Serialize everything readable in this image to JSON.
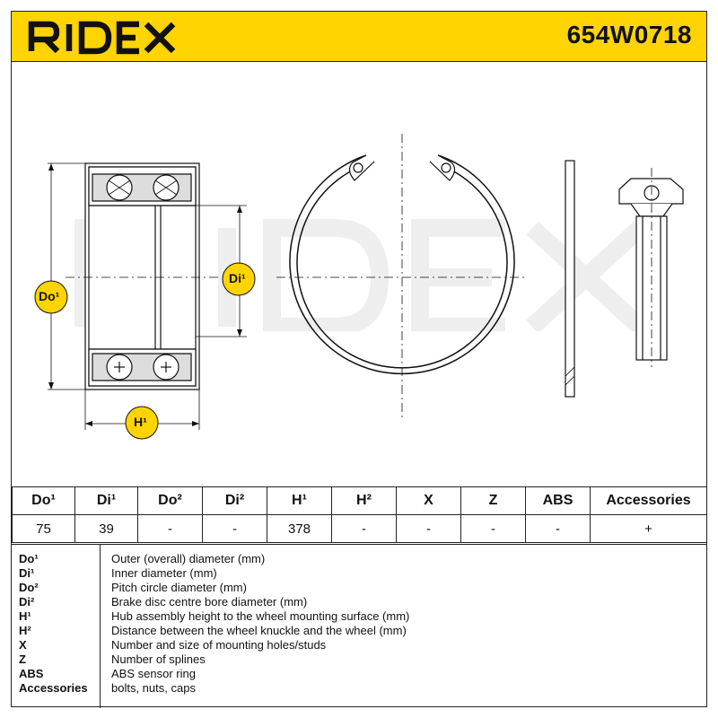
{
  "header": {
    "brand": "RIDEX",
    "part_number": "654W0718"
  },
  "drawing": {
    "watermark": "RIDEX",
    "labels": {
      "do": "Do¹",
      "di": "Di¹",
      "h": "H¹"
    }
  },
  "table": {
    "headers": [
      "Do¹",
      "Di¹",
      "Do²",
      "Di²",
      "H¹",
      "H²",
      "X",
      "Z",
      "ABS",
      "Accessories"
    ],
    "values": [
      "75",
      "39",
      "-",
      "-",
      "378",
      "-",
      "-",
      "-",
      "-",
      "+"
    ]
  },
  "legend": [
    {
      "code": "Do¹",
      "desc": "Outer (overall) diameter (mm)"
    },
    {
      "code": "Di¹",
      "desc": "Inner diameter (mm)"
    },
    {
      "code": "Do²",
      "desc": "Pitch circle diameter (mm)"
    },
    {
      "code": "Di²",
      "desc": "Brake disc centre bore diameter (mm)"
    },
    {
      "code": "H¹",
      "desc": "Hub assembly height to the wheel mounting surface (mm)"
    },
    {
      "code": "H²",
      "desc": "Distance between the wheel knuckle and the wheel (mm)"
    },
    {
      "code": "X",
      "desc": "Number and size of mounting holes/studs"
    },
    {
      "code": "Z",
      "desc": "Number of splines"
    },
    {
      "code": "ABS",
      "desc": "ABS sensor ring"
    },
    {
      "code": "Accessories",
      "desc": "bolts, nuts, caps"
    }
  ],
  "colors": {
    "accent": "#ffd400",
    "line": "#222222"
  }
}
